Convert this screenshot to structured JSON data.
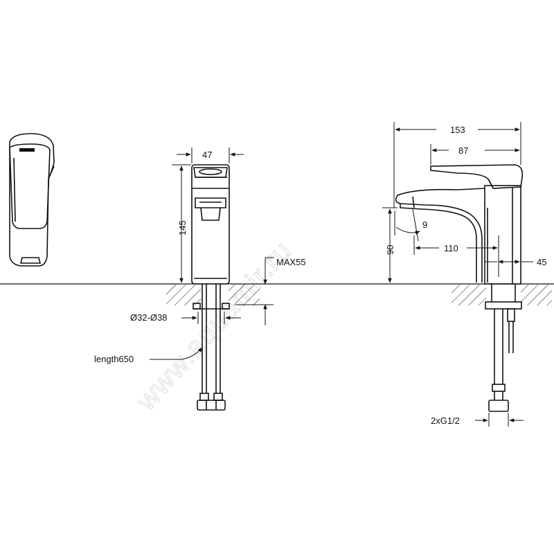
{
  "watermark": "www.aquamir.ru",
  "front_view": {
    "width": "47",
    "height": "145",
    "max_thickness": "MAX55",
    "hole_diameter": "Ø32-Ø38",
    "hose_length": "length650"
  },
  "side_view": {
    "overall_depth": "153",
    "handle_length": "87",
    "angle": "9",
    "spout_height": "90",
    "spout_reach": "110",
    "body_width": "45",
    "connection": "2xG1/2"
  }
}
